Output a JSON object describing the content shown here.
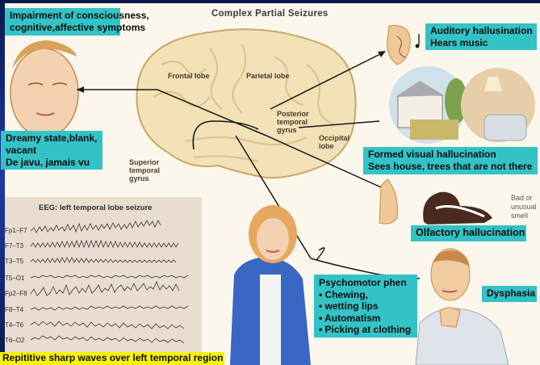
{
  "title": "Complex Partial Seizures",
  "callouts": {
    "consciousness": [
      "Impairment of consciousness,",
      "cognitive,affective symptoms"
    ],
    "dreamy": [
      "Dreamy state,blank,",
      "vacant",
      "De javu, jamais vu"
    ],
    "auditory": [
      "Auditory hallusination",
      "Hears music"
    ],
    "visual": [
      "Formed visual hallucination",
      "Sees house, trees that are not there"
    ],
    "olfactory": [
      "Olfactory hallucination"
    ],
    "psychomotor": [
      "Psychomotor phen",
      "• Chewing,",
      "• wetting lips",
      "• Automatism",
      "• Picking at clothing"
    ],
    "dysphasia": [
      "Dysphasia"
    ],
    "eeg_caption": [
      "Repititive sharp waves over left temporal region"
    ]
  },
  "brain_labels": {
    "frontal": "Frontal lobe",
    "parietal": "Parietal lobe",
    "posterior_temporal": [
      "Posterior",
      "temporal",
      "gyrus"
    ],
    "occipital": [
      "Occipital",
      "lobe"
    ],
    "superior_temporal": [
      "Superior",
      "temporal",
      "gyrus"
    ]
  },
  "smell_note": [
    "Bad or",
    "unusual",
    "smell"
  ],
  "eeg": {
    "title": "EEG: left temporal lobe seizure",
    "channels": [
      "Fp1–F7",
      "F7–T3",
      "T3–T5",
      "T5–O1",
      "Fp2–F8",
      "F8–T4",
      "T4–T6",
      "T6–O2"
    ]
  },
  "colors": {
    "callout": "#33c3c6",
    "caption": "#f8f400",
    "frame": "#0b1a4a"
  }
}
